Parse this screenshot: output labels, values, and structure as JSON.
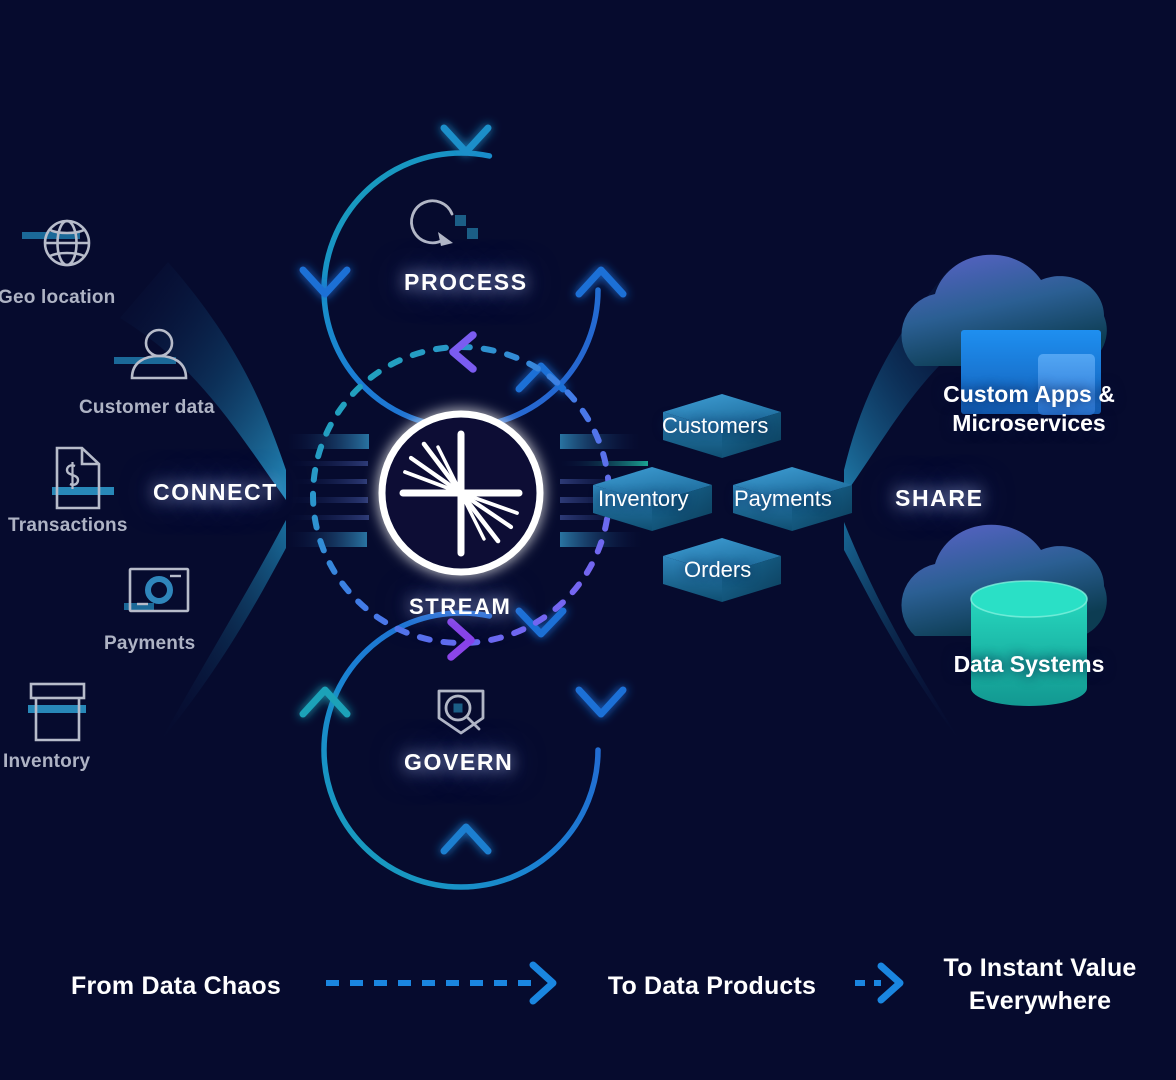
{
  "theme": {
    "background": "#060b2e",
    "accent_blue": "#1a86e0",
    "accent_cyan": "#13a8b8",
    "accent_purple": "#7b5cf0",
    "label_grey": "#aeb3c4",
    "white": "#ffffff",
    "cube_blue": "#2f8fc9",
    "cylinder_teal": "#18c6b0"
  },
  "sources": {
    "heading": "CONNECT",
    "items": [
      {
        "label": "Geo location",
        "icon": "globe-icon"
      },
      {
        "label": "Customer data",
        "icon": "person-icon"
      },
      {
        "label": "Transactions",
        "icon": "invoice-dollar-icon"
      },
      {
        "label": "Payments",
        "icon": "card-reader-icon"
      },
      {
        "label": "Inventory",
        "icon": "box-icon"
      }
    ]
  },
  "center": {
    "logo_name": "confluent-starburst-logo",
    "stream_label": "STREAM",
    "process": {
      "label": "PROCESS",
      "icon": "refresh-squares-icon"
    },
    "govern": {
      "label": "GOVERN",
      "icon": "shield-magnifier-icon"
    }
  },
  "data_products": {
    "items": [
      {
        "label": "Customers"
      },
      {
        "label": "Inventory"
      },
      {
        "label": "Payments"
      },
      {
        "label": "Orders"
      }
    ]
  },
  "destinations": {
    "heading": "SHARE",
    "items": [
      {
        "label": "Custom Apps &\nMicroservices",
        "icon": "cloud-apps-icon"
      },
      {
        "label": "Data Systems",
        "icon": "cloud-database-icon"
      }
    ]
  },
  "footer": {
    "steps": [
      {
        "label": "From Data Chaos"
      },
      {
        "label": "To Data Products"
      },
      {
        "label": "To Instant Value\nEverywhere"
      }
    ],
    "arrow_1": "long-dashed-arrow-right",
    "arrow_2": "short-dashed-arrow-right"
  }
}
